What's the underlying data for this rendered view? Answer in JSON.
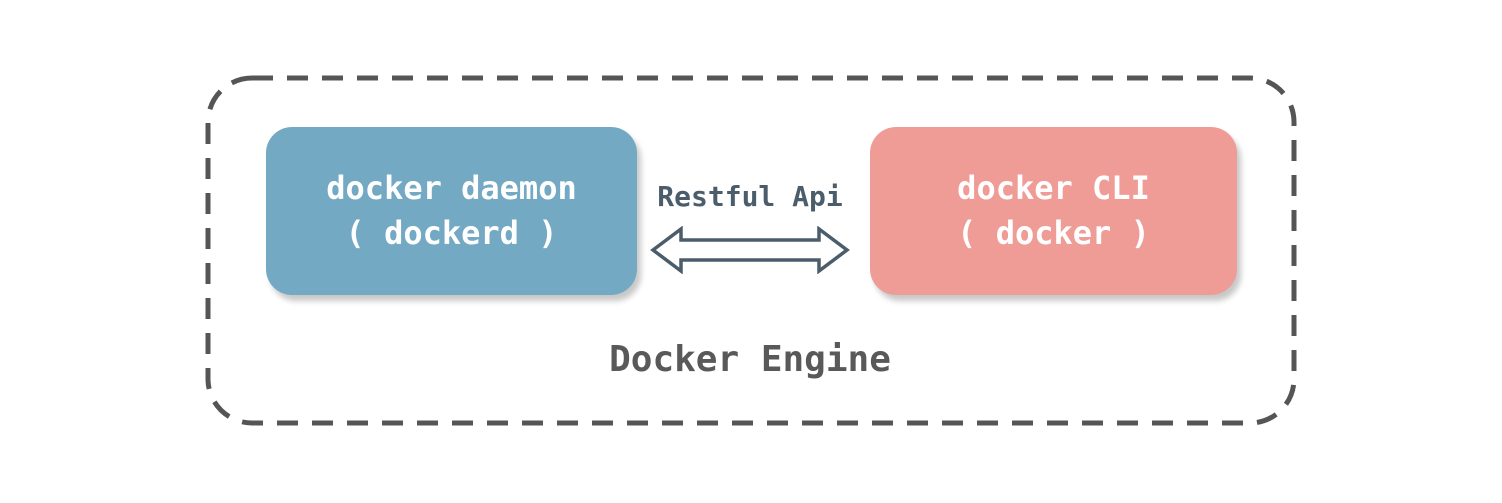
{
  "diagram": {
    "title": "Docker Engine",
    "arrow_label": "Restful Api",
    "nodes": [
      {
        "id": "docker-daemon",
        "line1": "docker daemon",
        "line2": "( dockerd )"
      },
      {
        "id": "docker-cli",
        "line1": "docker CLI",
        "line2": "( docker )"
      }
    ],
    "connection": {
      "type": "double-arrow",
      "from": "docker-daemon",
      "to": "docker-cli"
    },
    "colors": {
      "daemon_box": "#74a9c3",
      "cli_box": "#f09c96",
      "box_text": "#ffffff",
      "dashed_border": "#555555",
      "arrow_stroke": "#4b5d6b",
      "api_label_text": "#4b5d6b",
      "engine_label_text": "#595959",
      "background": "#ffffff"
    }
  }
}
